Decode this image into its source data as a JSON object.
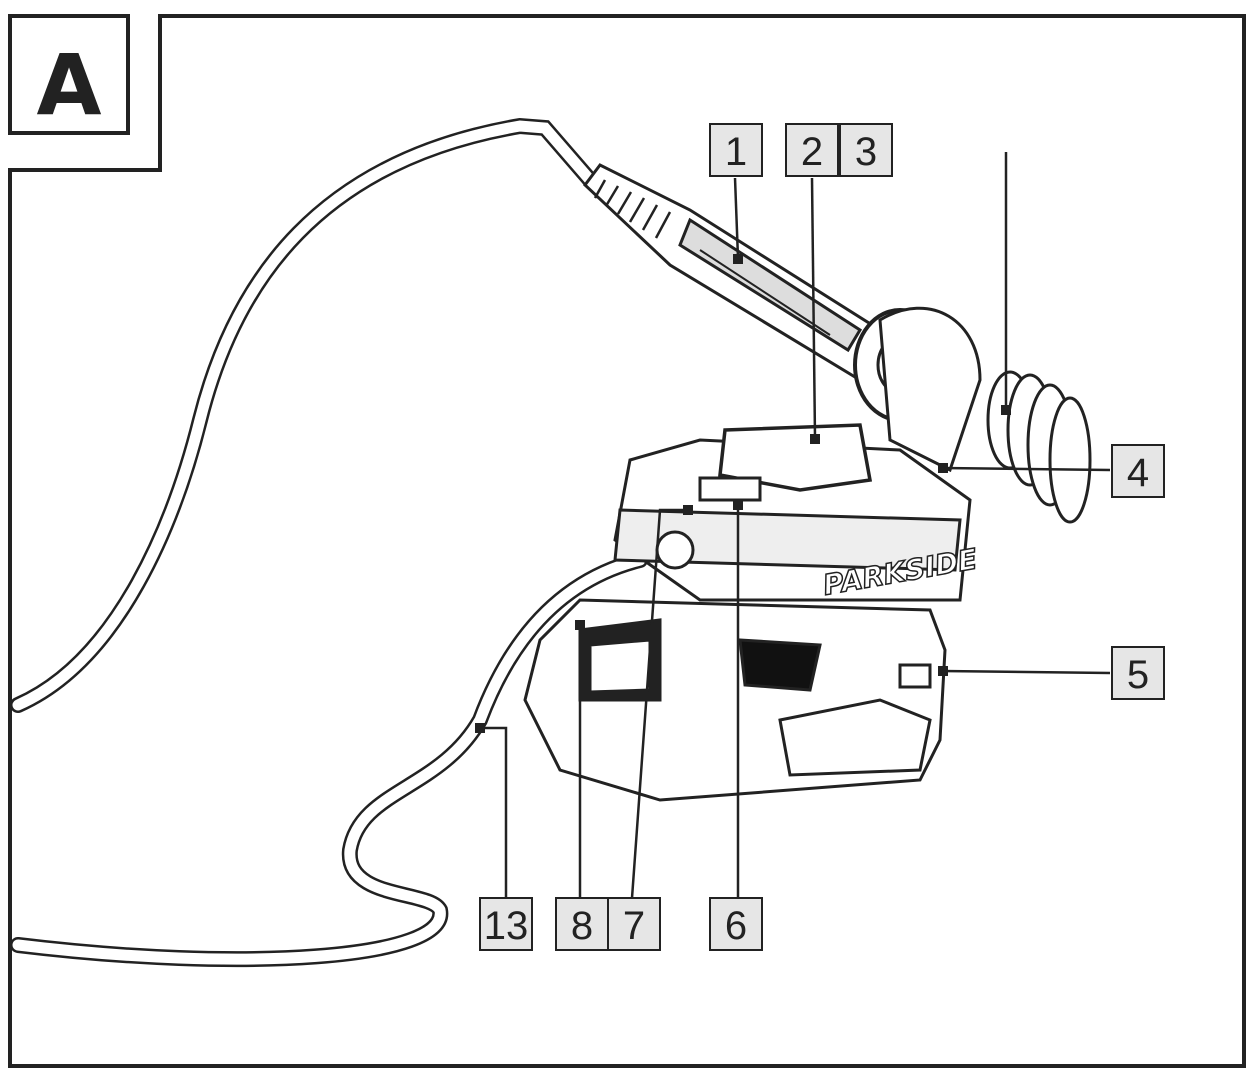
{
  "panel": {
    "letter": "A"
  },
  "callouts": {
    "c1": "1",
    "c2": "2",
    "c3": "3",
    "c4": "4",
    "c5": "5",
    "c6": "6",
    "c7": "7",
    "c8": "8",
    "c13": "13"
  },
  "device": {
    "brand": "PARKSIDE"
  },
  "colors": {
    "line": "#222222",
    "label_fill": "#e6e6e6",
    "frame": "#222222"
  }
}
